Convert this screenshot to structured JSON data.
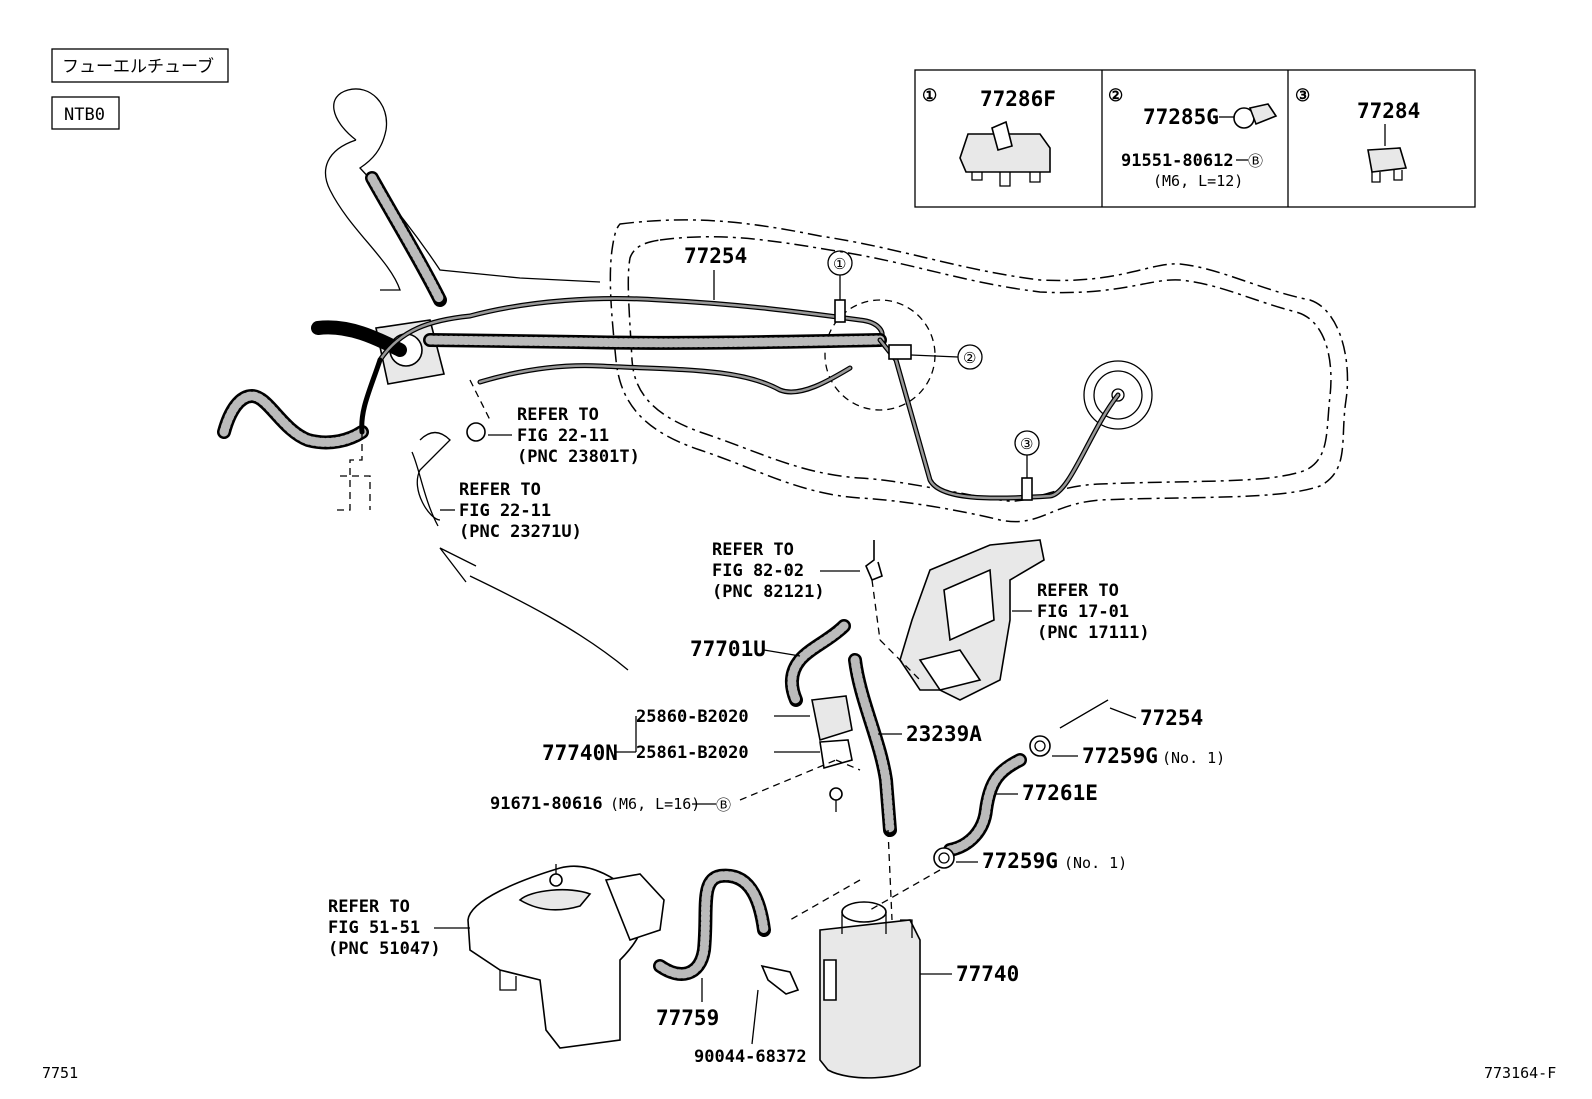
{
  "tags": {
    "fuel_tube": "フューエルチューブ",
    "model": "NTB0"
  },
  "inset_table": {
    "cells": [
      {
        "num": "①",
        "part": "77286F"
      },
      {
        "num": "②",
        "part": "77285G",
        "bolt": "91551-80612",
        "bolt_mark": "Ⓑ",
        "bolt_spec": "(M6, L=12)"
      },
      {
        "num": "③",
        "part": "77284"
      }
    ]
  },
  "callouts": {
    "c1": "①",
    "c2": "②",
    "c3": "③",
    "p77254_top": "77254",
    "p77701u": "77701U",
    "p25860": "25860-B2020",
    "p25861": "25861-B2020",
    "p77740n": "77740N",
    "p91671": "91671-80616",
    "p91671_spec": "(M6, L=16)",
    "mark_b": "Ⓑ",
    "p23239a": "23239A",
    "p77254_right": "77254",
    "p77259g_a": "77259G",
    "no1_a": "(No. 1)",
    "p77261e": "77261E",
    "p77259g_b": "77259G",
    "no1_b": "(No. 1)",
    "p77740": "77740",
    "p77759": "77759",
    "p90044": "90044-68372"
  },
  "refers": {
    "r23801": [
      "REFER TO",
      "FIG 22-11",
      "(PNC 23801T)"
    ],
    "r23271": [
      "REFER TO",
      "FIG 22-11",
      "(PNC 23271U)"
    ],
    "r82121": [
      "REFER TO",
      "FIG 82-02",
      "(PNC 82121)"
    ],
    "r17111": [
      "REFER TO",
      "FIG 17-01",
      "(PNC 17111)"
    ],
    "r51047": [
      "REFER TO",
      "FIG 51-51",
      "(PNC 51047)"
    ]
  },
  "footer": {
    "left": "7751",
    "right": "773164-F"
  }
}
